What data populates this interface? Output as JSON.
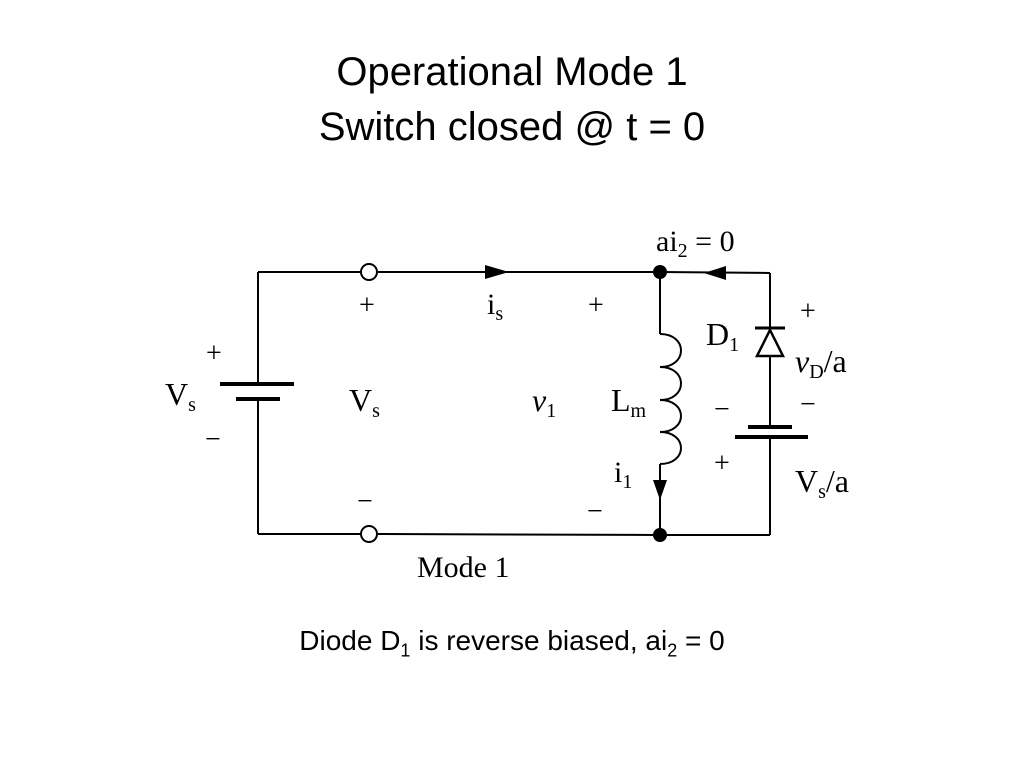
{
  "slide": {
    "title_line1": "Operational Mode 1",
    "title_line2": "Switch closed @ t = 0"
  },
  "circuit": {
    "source_label": "V",
    "source_sub": "s",
    "source_plus": "+",
    "source_minus": "−",
    "terminal_plus": "+",
    "terminal_minus": "−",
    "terminal_voltage": "V",
    "terminal_voltage_sub": "s",
    "current_is": "i",
    "current_is_sub": "s",
    "v1_plus": "+",
    "v1_minus": "−",
    "v1_label": "v",
    "v1_sub": "1",
    "inductor_label": "L",
    "inductor_sub": "m",
    "current_i1": "i",
    "current_i1_sub": "1",
    "ai2_prefix": "ai",
    "ai2_sub": "2",
    "ai2_suffix": " = 0",
    "diode_label": "D",
    "diode_sub": "1",
    "vd_plus": "+",
    "vd_v": "v",
    "vd_sub": "D",
    "vd_suffix": "/a",
    "vd_minus": "−",
    "src2_minus": "−",
    "src2_plus": "+",
    "src2_label": "V",
    "src2_sub": "s",
    "src2_suffix": "/a",
    "mode_label": "Mode 1"
  },
  "caption": {
    "pre": "Diode D",
    "sub1": "1",
    "mid": " is reverse biased, ai",
    "sub2": "2",
    "post": " = 0"
  }
}
